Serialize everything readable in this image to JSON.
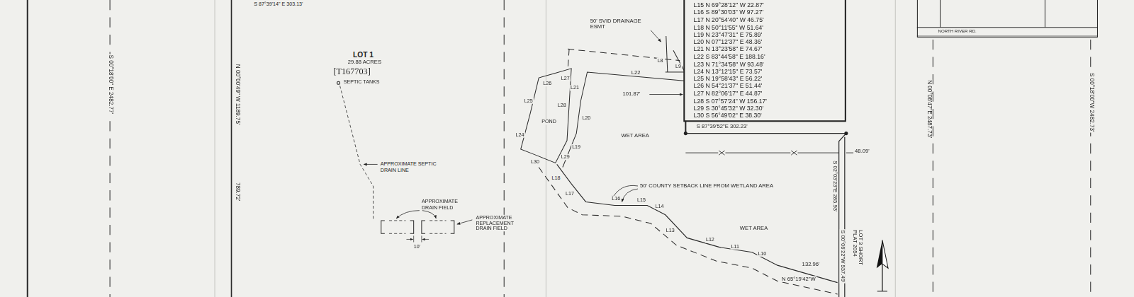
{
  "diagram": {
    "nodes": [
      {
        "text": [
          "L15 N 69°28'12\" W 22.87'",
          "L16 S 89°30'03\" W 97.27'",
          "L17 N 20°54'40\" W 46.75'",
          "L18 N 50°11'55\" W 51.64'",
          "L19 N 23°47'31\" E 75.89'",
          "L20 N 07°12'37\" E 48.36'",
          "L21 N 13°23'58\" E 74.67'",
          "L22 S 83°44'58\" E 188.16'",
          "L23 N 71°34'58\" W 93.48'",
          "L24 N 13°12'15\" E 73.57'",
          "L25 N 19°58'43\" E 56.22'",
          "L26 N 54°21'37\" E 51.44'",
          "L27 N 82°06'17\" E 44.87'",
          "L28 S 07°57'24\" W 156.17'",
          "L29 S 30°45'32\" W 32.30'",
          "L30 S 56°49'02\" E 38.30'"
        ]
      },
      {
        "text": [
          "NORTH RIVER RD."
        ]
      }
    ],
    "labels": [
      "S 87°39'14\" E 303.13'",
      "S 00°18'00\" E 2482.77'",
      "N 00°00'49\" W 1189.75'",
      "789.72'",
      "LOT 1",
      "29.88 ACRES",
      "[T167703]",
      "SEPTIC TANKS",
      "APPROXIMATE SEPTIC DRAIN LINE",
      "APPROXIMATE DRAIN FIELD",
      "APPROXIMATE REPLACEMENT DRAIN FIELD",
      "10'",
      "50' SVID DRAINAGE ESMT",
      "L8",
      "L9",
      "L22",
      "101.87'",
      "L27",
      "L26",
      "L25",
      "L21",
      "L28",
      "POND",
      "L20",
      "L24",
      "L30",
      "L29",
      "L19",
      "WET AREA",
      "S 87°39'52\"E 302.23'",
      "48.09'",
      "L18",
      "L17",
      "50' COUNTY SETBACK LINE FROM WETLAND AREA",
      "L16",
      "L15",
      "L14",
      "L13",
      "WET AREA",
      "L12",
      "L11",
      "L10",
      "132.96'",
      "N 65°19'42\"W",
      "S 02°03'23\"E 285.93'",
      "LOT 3 SHORT PLAT 2054",
      "S 00°06'22\"W 537.49'",
      "N 00°08'47\"E 2487.73'",
      "S 00°18'00\"W 2482.73'"
    ]
  }
}
